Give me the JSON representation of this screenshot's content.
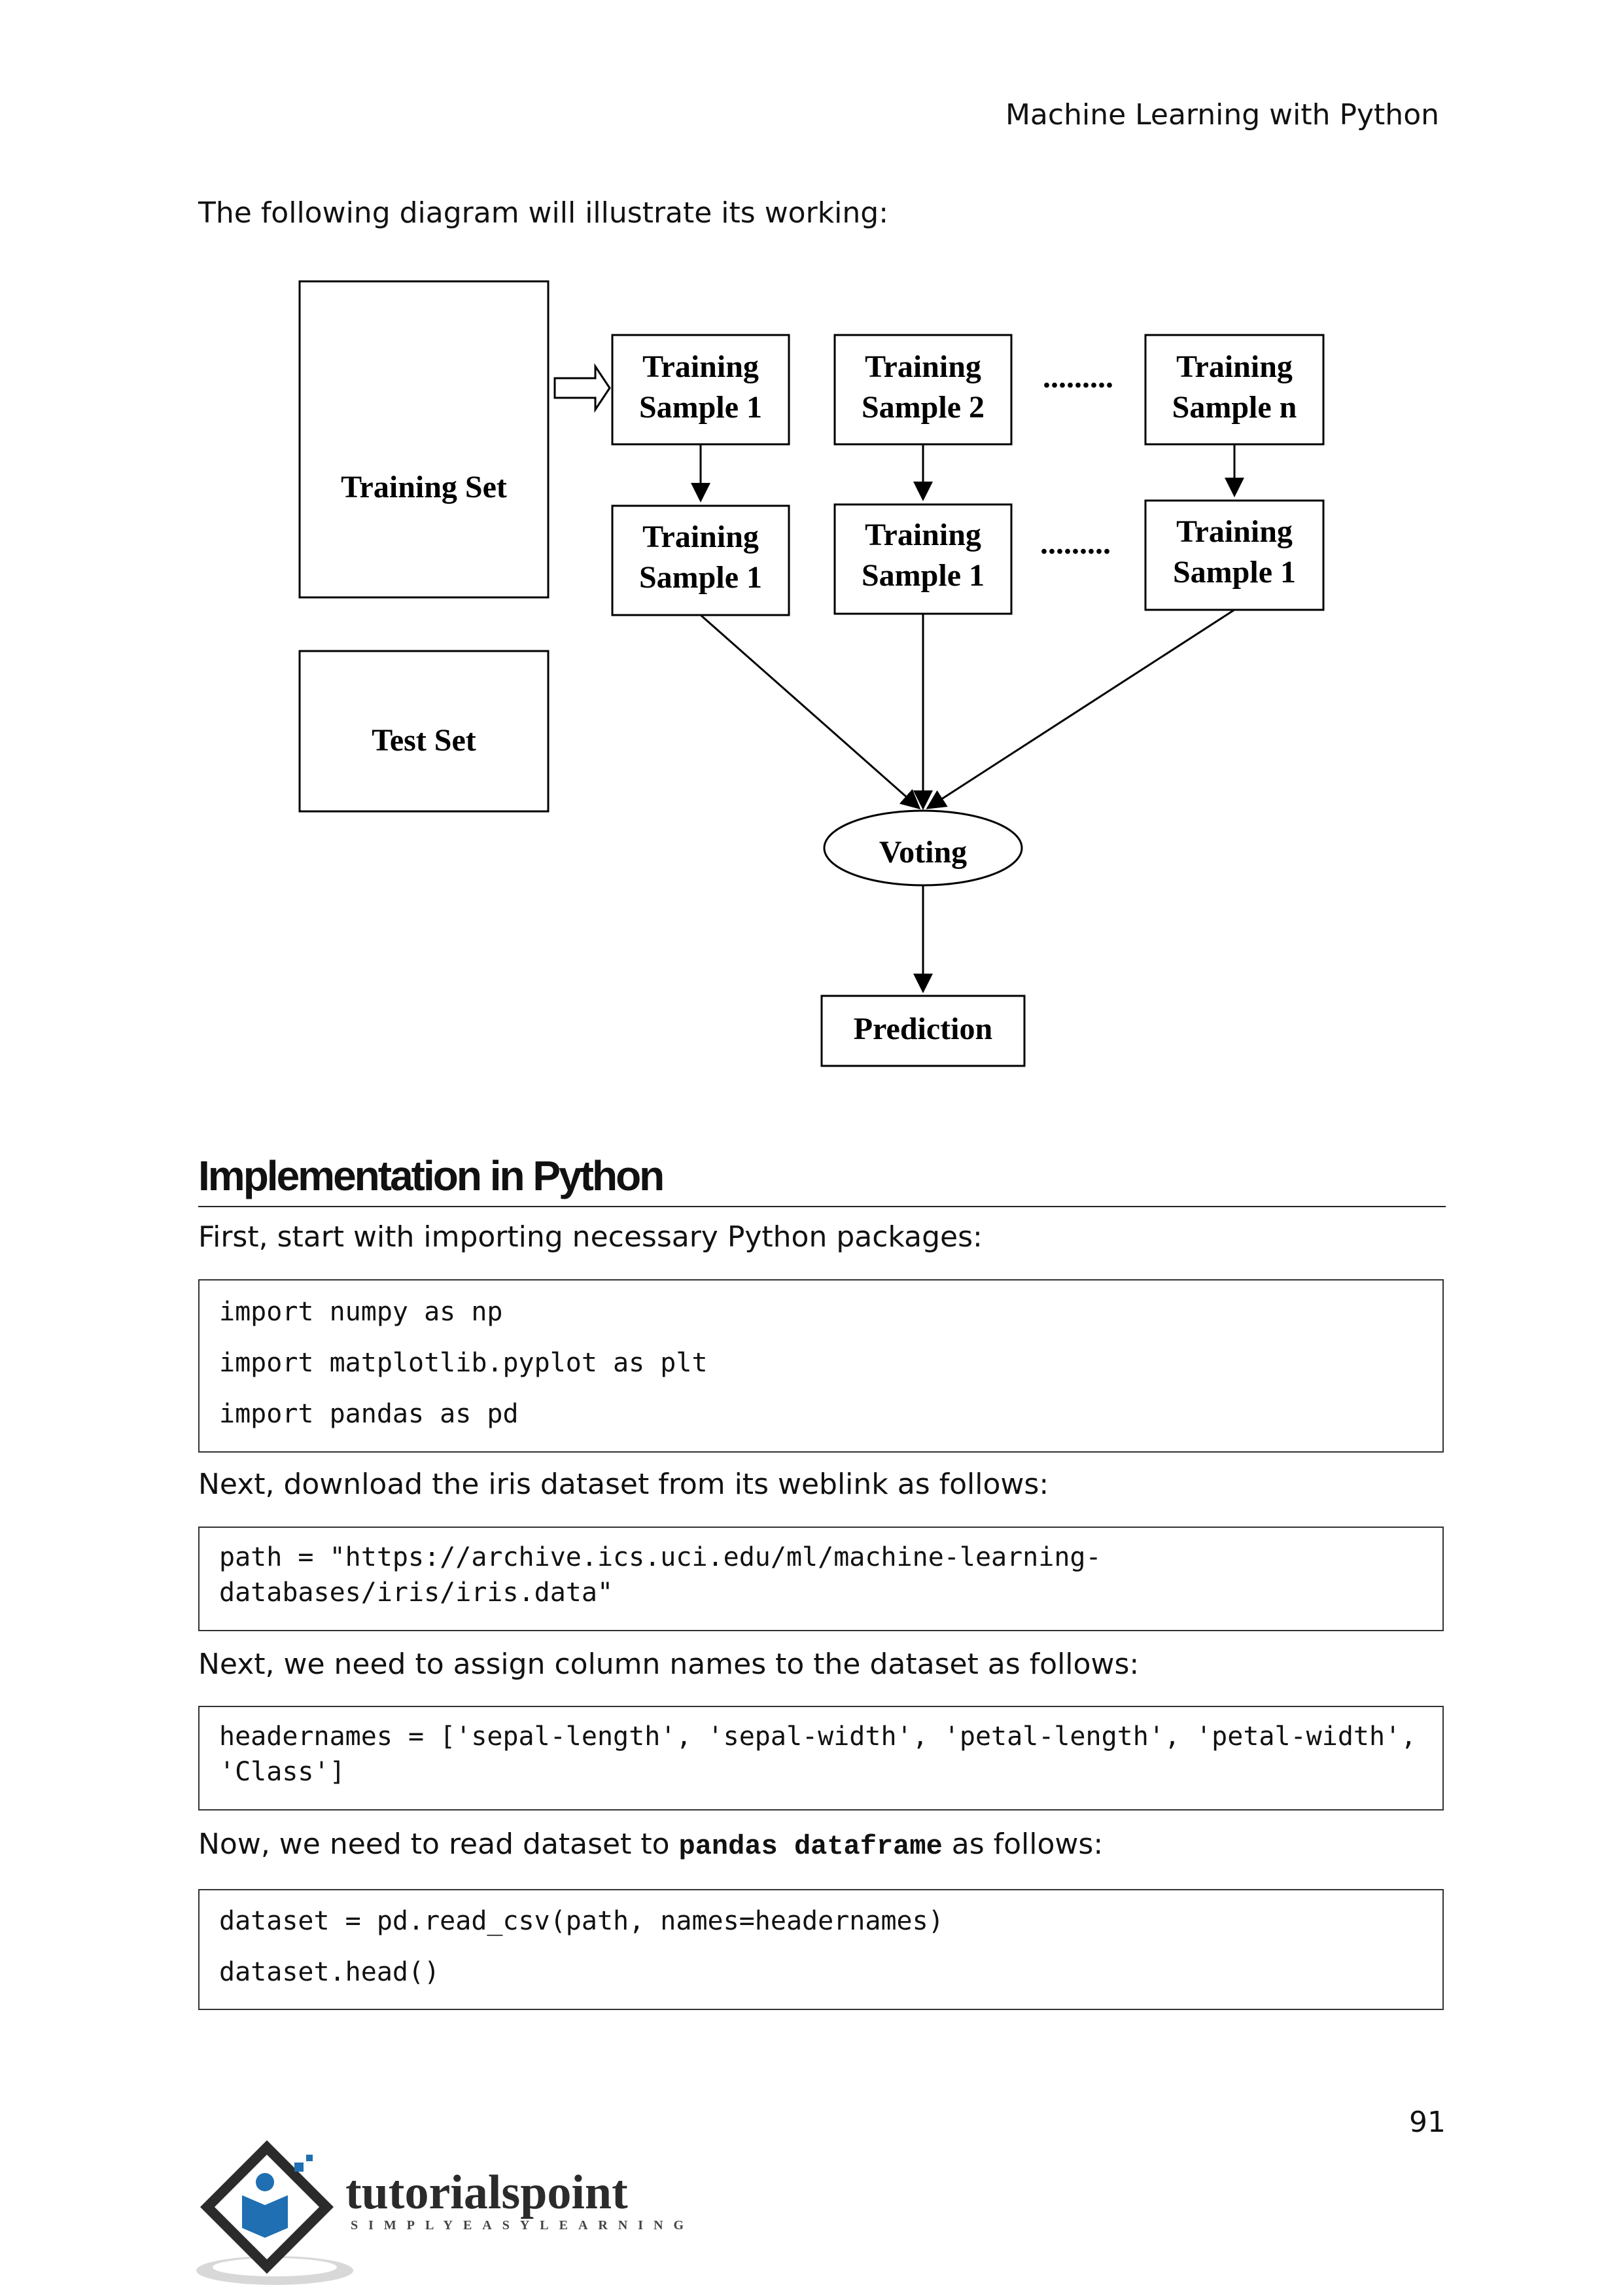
{
  "header": {
    "title": "Machine Learning with Python"
  },
  "intro": "The following diagram will illustrate its working:",
  "diagram": {
    "training_set": "Training Set",
    "test_set": "Test Set",
    "row1": [
      {
        "line1": "Training",
        "line2": "Sample 1"
      },
      {
        "line1": "Training",
        "line2": "Sample 2"
      },
      {
        "line1": "Training",
        "line2": "Sample n"
      }
    ],
    "row2": [
      {
        "line1": "Training",
        "line2": "Sample 1"
      },
      {
        "line1": "Training",
        "line2": "Sample 1"
      },
      {
        "line1": "Training",
        "line2": "Sample 1"
      }
    ],
    "dots": ".........",
    "voting": "Voting",
    "prediction": "Prediction"
  },
  "section": {
    "title": "Implementation in Python"
  },
  "paragraphs": {
    "p1": "First, start with importing necessary Python packages:",
    "p2": "Next, download the iris dataset from its weblink as follows:",
    "p3": "Next, we need to assign column names to the dataset as follows:",
    "p4_before": "Now, we need to read dataset to ",
    "p4_code": "pandas dataframe",
    "p4_after": " as follows:"
  },
  "code_blocks": {
    "imports": [
      "import numpy as np",
      "import matplotlib.pyplot as plt",
      "import pandas as pd"
    ],
    "path": [
      "path = \"https://archive.ics.uci.edu/ml/machine-learning-",
      "databases/iris/iris.data\""
    ],
    "headers": [
      "headernames = ['sepal-length', 'sepal-width', 'petal-length', 'petal-width',",
      "'Class']"
    ],
    "read": [
      "dataset = pd.read_csv(path, names=headernames)",
      "dataset.head()"
    ]
  },
  "footer": {
    "page_number": "91",
    "logo_text": "tutorialspoint",
    "logo_tagline": "SIMPLYEASYLEARNING"
  }
}
